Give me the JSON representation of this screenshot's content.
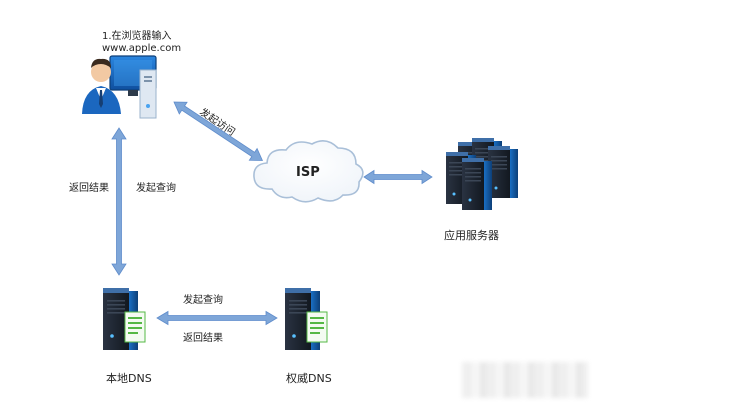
{
  "client": {
    "caption_line1": "1.在浏览器输入",
    "caption_line2": "www.apple.com"
  },
  "isp": {
    "label": "ISP"
  },
  "app_server": {
    "label": "应用服务器"
  },
  "local_dns": {
    "label": "本地DNS"
  },
  "auth_dns": {
    "label": "权威DNS"
  },
  "links": {
    "client_isp": "发起访问",
    "client_local_return": "返回结果",
    "client_local_query": "发起查询",
    "local_auth_query": "发起查询",
    "local_auth_return": "返回结果"
  },
  "colors": {
    "arrow": "#7ea6d8",
    "server_body": "#1e2633",
    "server_light": "#1f72c8",
    "cloud_stroke": "#a9bfd8",
    "doc_green": "#55b845"
  }
}
